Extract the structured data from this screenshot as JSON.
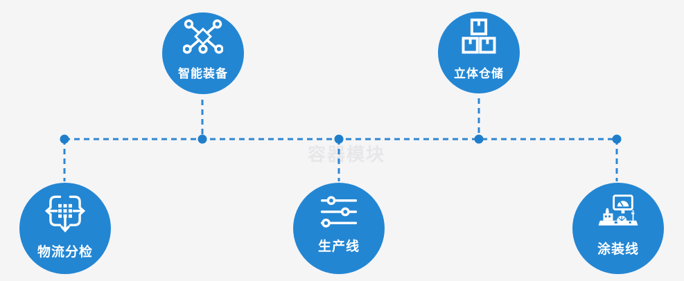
{
  "diagram": {
    "watermark": "容器模块",
    "nodes": [
      {
        "label": "智能装备",
        "icon": "network-nodes-icon"
      },
      {
        "label": "立体仓储",
        "icon": "stacked-boxes-icon"
      },
      {
        "label": "物流分检",
        "icon": "distribute-arrows-icon"
      },
      {
        "label": "生产线",
        "icon": "sliders-icon"
      },
      {
        "label": "涂装线",
        "icon": "control-console-icon"
      }
    ],
    "colors": {
      "node_fill": "#2386d3",
      "connector_line": "#2f86d0",
      "junction_dot": "#1f7ecb",
      "icon_stroke": "#ffffff",
      "label_text": "#ffffff",
      "background": "#f5f5f6",
      "watermark": "#e7e7e9"
    }
  }
}
